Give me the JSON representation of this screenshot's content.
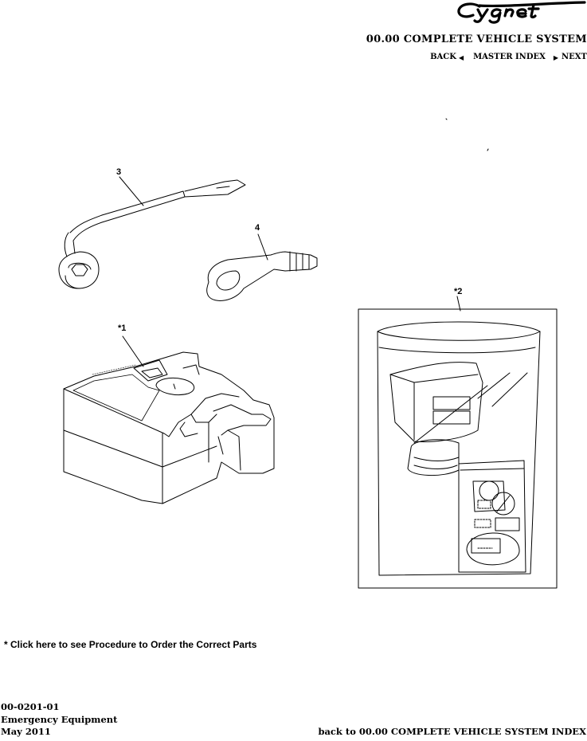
{
  "header": {
    "brand": "Cygnet",
    "system_title": "00.00 COMPLETE VEHICLE SYSTEM",
    "nav": {
      "back_label": "BACK",
      "master_index_label": "MASTER INDEX",
      "next_label": "NEXT"
    }
  },
  "illustration": {
    "callouts": {
      "wrench": "3",
      "tow_hook": "4",
      "repair_kit": "*1",
      "instruction_sticker": "*2"
    }
  },
  "order_link": "* Click here to see Procedure to Order the Correct Parts",
  "footer": {
    "doc_number": "00-0201-01",
    "doc_title": "Emergency Equipment",
    "doc_date": "May 2011",
    "back_index_link": "back to 00.00 COMPLETE VEHICLE SYSTEM INDEX"
  }
}
